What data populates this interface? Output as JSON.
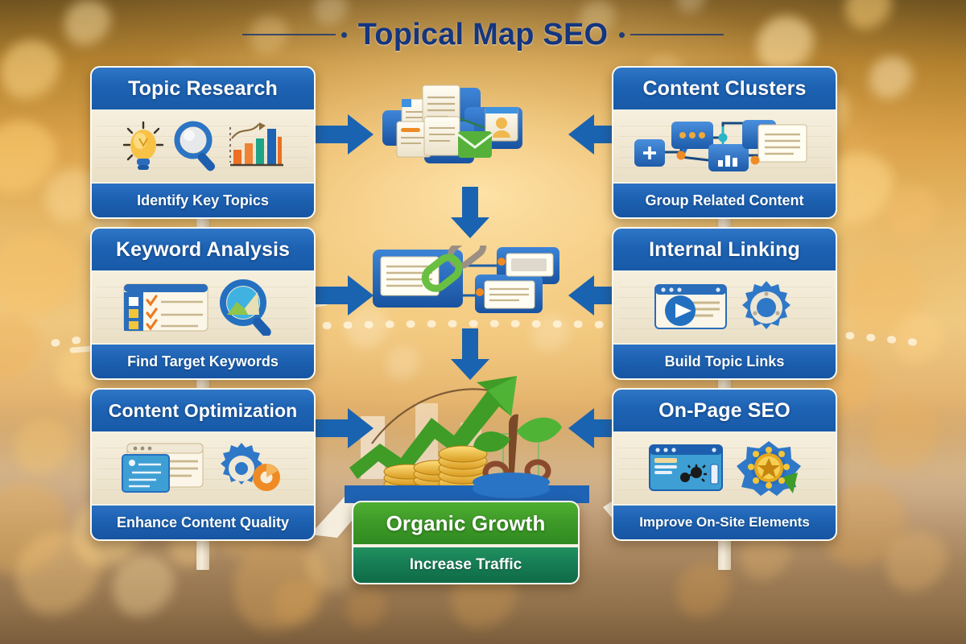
{
  "title": "Topical Map SEO",
  "theme": {
    "header_blue": "#1e63b4",
    "footer_blue": "#1c60b0",
    "card_body_cream": "#f2e9d4",
    "goal_green": "#3f9b28",
    "goal_footer_green": "#157a52",
    "arrow_blue": "#1a63b0",
    "title_navy": "#14357f",
    "background": "golden-bokeh-blur"
  },
  "cards": [
    {
      "id": "topic-research",
      "title": "Topic Research",
      "subtitle": "Identify Key Topics",
      "icons": [
        "lightbulb-icon",
        "magnifier-icon",
        "bar-chart-icon"
      ],
      "side": "left",
      "row": 1
    },
    {
      "id": "content-clusters",
      "title": "Content Clusters",
      "subtitle": "Group Related Content",
      "icons": [
        "plus-node-icon",
        "chat-node-icon",
        "chart-node-icon",
        "document-icon"
      ],
      "side": "right",
      "row": 1
    },
    {
      "id": "keyword-analysis",
      "title": "Keyword Analysis",
      "subtitle": "Find Target Keywords",
      "icons": [
        "checklist-icon",
        "magnifier-chart-icon"
      ],
      "side": "left",
      "row": 2
    },
    {
      "id": "internal-linking",
      "title": "Internal Linking",
      "subtitle": "Build Topic Links",
      "icons": [
        "browser-play-icon",
        "gear-icon"
      ],
      "side": "right",
      "row": 2
    },
    {
      "id": "content-optimization",
      "title": "Content Optimization",
      "subtitle": "Enhance Content Quality",
      "icons": [
        "browser-window-icon",
        "gear-icon",
        "donut-chart-icon"
      ],
      "side": "left",
      "row": 3
    },
    {
      "id": "on-page-seo",
      "title": "On-Page SEO",
      "subtitle": "Improve On-Site Elements",
      "icons": [
        "browser-code-icon",
        "award-badge-icon"
      ],
      "side": "right",
      "row": 3
    }
  ],
  "goal_card": {
    "id": "organic-growth",
    "title": "Organic Growth",
    "subtitle": "Increase Traffic"
  },
  "center_illustrations": [
    {
      "id": "document-cluster",
      "name": "document-cluster-illustration",
      "row": 1
    },
    {
      "id": "linked-pages",
      "name": "linked-pages-illustration",
      "row": 2
    },
    {
      "id": "growth-chart",
      "name": "growth-chart-illustration",
      "row": 3
    }
  ],
  "arrows": [
    {
      "name": "arrow-right-row1",
      "direction": "right",
      "row": 1
    },
    {
      "name": "arrow-left-row1",
      "direction": "left",
      "row": 1
    },
    {
      "name": "arrow-down-row1",
      "direction": "down",
      "row": 1
    },
    {
      "name": "arrow-right-row2",
      "direction": "right",
      "row": 2
    },
    {
      "name": "arrow-left-row2",
      "direction": "left",
      "row": 2
    },
    {
      "name": "arrow-down-row2",
      "direction": "down",
      "row": 2
    },
    {
      "name": "arrow-right-row3",
      "direction": "right",
      "row": 3
    },
    {
      "name": "arrow-left-row3",
      "direction": "left",
      "row": 3
    }
  ]
}
